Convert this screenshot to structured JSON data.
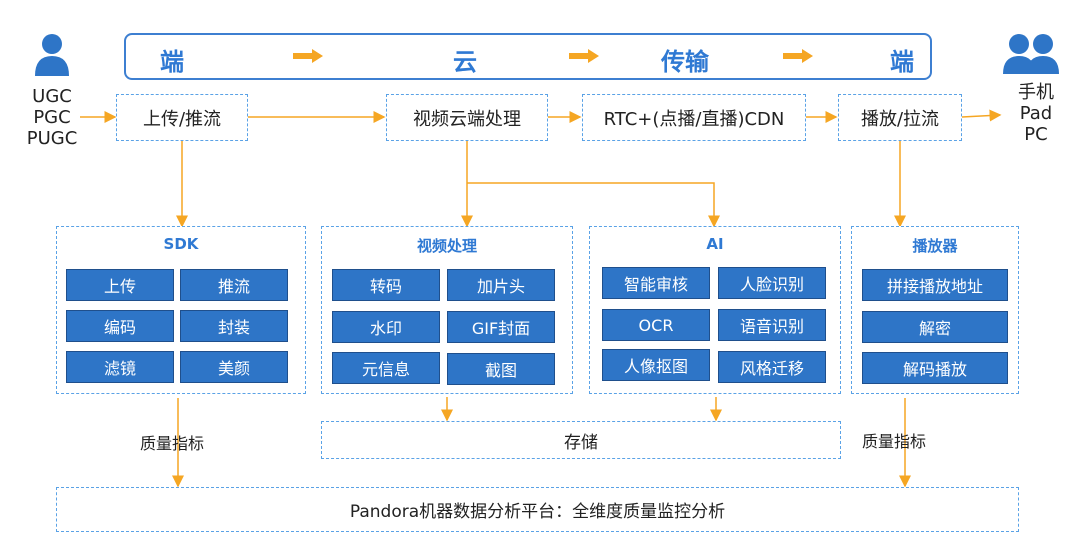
{
  "top_band": {
    "stages": [
      "端",
      "云",
      "传输",
      "端"
    ]
  },
  "sources": [
    "UGC",
    "PGC",
    "PUGC"
  ],
  "clients": [
    "手机",
    "Pad",
    "PC"
  ],
  "flow": {
    "upload": "上传/推流",
    "cloud": "视频云端处理",
    "transport": "RTC+(点播/直播)CDN",
    "playback": "播放/拉流"
  },
  "groups": {
    "sdk": {
      "title": "SDK",
      "items": [
        "上传",
        "推流",
        "编码",
        "封装",
        "滤镜",
        "美颜"
      ]
    },
    "video": {
      "title": "视频处理",
      "items": [
        "转码",
        "加片头",
        "水印",
        "GIF封面",
        "元信息",
        "截图"
      ]
    },
    "ai": {
      "title": "AI",
      "items": [
        "智能审核",
        "人脸识别",
        "OCR",
        "语音识别",
        "人像抠图",
        "风格迁移"
      ]
    },
    "player": {
      "title": "播放器",
      "items": [
        "拼接播放地址",
        "解密",
        "解码播放"
      ]
    }
  },
  "storage": "存储",
  "quality_left": "质量指标",
  "quality_right": "质量指标",
  "platform": "Pandora机器数据分析平台：全维度质量监控分析",
  "colors": {
    "accent": "#2f79d3",
    "arrow": "#f5a623",
    "button": "#2e75c7",
    "dash": "#5aa2e6"
  }
}
